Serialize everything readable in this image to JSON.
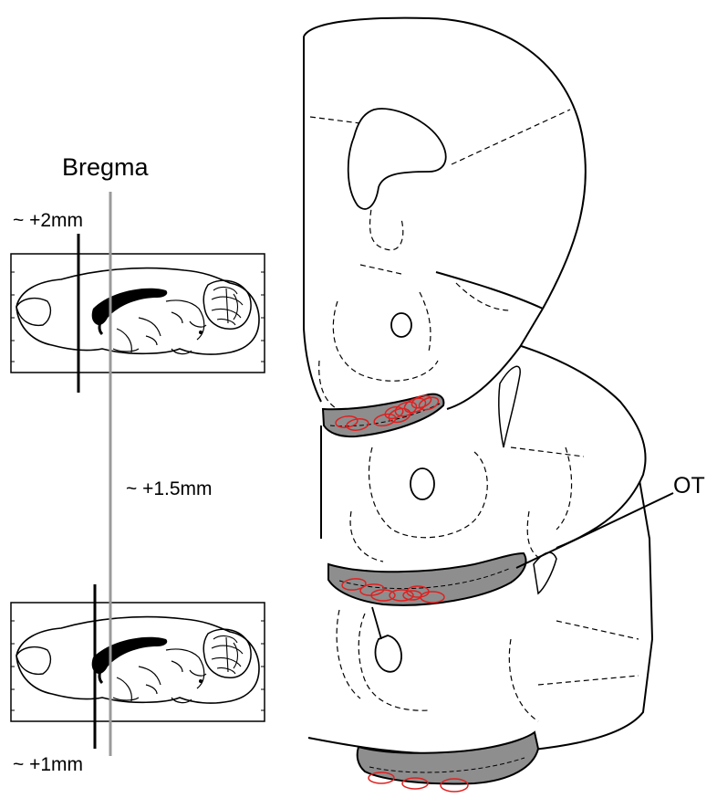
{
  "labels": {
    "bregma": "Bregma",
    "plus2": "~ +2mm",
    "plus15": "~ +1.5mm",
    "plus1": "~ +1mm",
    "ot": "OT"
  },
  "colors": {
    "line": "#000000",
    "bregma_line": "#9a9a9a",
    "ot_fill": "#8e8e8e",
    "recording_sites": "#e02020"
  },
  "diagram": {
    "sagittal_insets": 2,
    "coronal_sections": 3,
    "recording_site_markers_per_section": [
      9,
      7,
      3
    ]
  }
}
